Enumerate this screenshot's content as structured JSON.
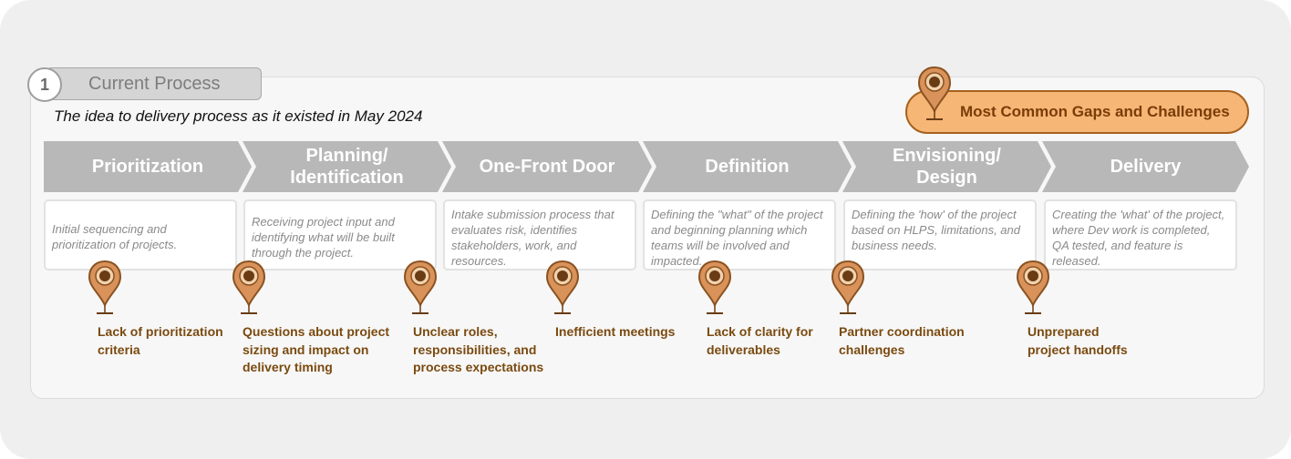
{
  "header": {
    "step_number": "1",
    "step_title": "Current Process",
    "subtitle": "The idea to delivery process as it existed in May 2024"
  },
  "gaps_banner": {
    "label": "Most Common Gaps and Challenges",
    "icon": "map-pin-icon"
  },
  "colors": {
    "stage_fill": "#b8b8b8",
    "pin_fill": "#d8925a",
    "pin_stroke": "#8a5220",
    "gap_text": "#7a4a10",
    "banner_fill": "#f6b676"
  },
  "stages": [
    {
      "title_1": "Prioritization",
      "title_2": "",
      "description": "Initial sequencing and prioritization of projects."
    },
    {
      "title_1": "Planning/",
      "title_2": "Identification",
      "description": "Receiving project input and identifying what will be built through the project."
    },
    {
      "title_1": "One-Front Door",
      "title_2": "",
      "description": "Intake submission process that evaluates risk, identifies stakeholders, work, and resources."
    },
    {
      "title_1": "Definition",
      "title_2": "",
      "description": "Defining the \"what\" of the project and beginning planning which teams will be involved and impacted."
    },
    {
      "title_1": "Envisioning/",
      "title_2": "Design",
      "description": "Defining the 'how' of the project based on HLPS, limitations, and business needs."
    },
    {
      "title_1": "Delivery",
      "title_2": "",
      "description": "Creating the 'what' of the project, where Dev work is completed, QA tested, and feature is released."
    }
  ],
  "gaps": [
    {
      "line_1": "Lack of prioritization",
      "line_2": "criteria",
      "line_3": ""
    },
    {
      "line_1": "Questions about project",
      "line_2": "sizing and impact on",
      "line_3": "delivery timing"
    },
    {
      "line_1": "Unclear roles,",
      "line_2": "responsibilities, and",
      "line_3": "process expectations"
    },
    {
      "line_1": "Inefficient meetings",
      "line_2": "",
      "line_3": ""
    },
    {
      "line_1": "Lack of clarity for",
      "line_2": "deliverables",
      "line_3": ""
    },
    {
      "line_1": "Partner coordination",
      "line_2": "challenges",
      "line_3": ""
    },
    {
      "line_1": "Unprepared",
      "line_2": "project handoffs",
      "line_3": ""
    }
  ]
}
